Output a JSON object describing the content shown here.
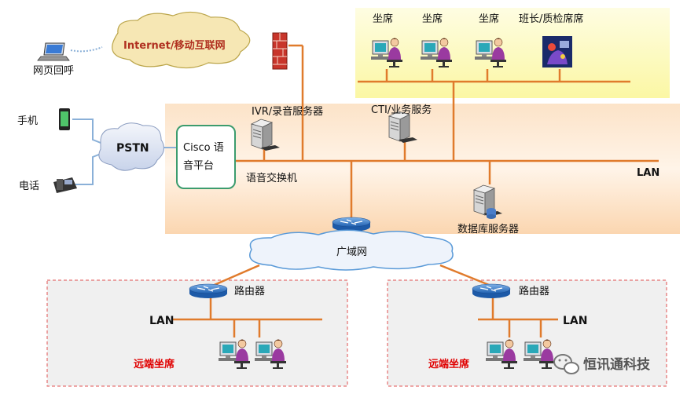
{
  "labels": {
    "internet": "Internet/移动互联网",
    "web_callback": "网页回呼",
    "mobile": "手机",
    "phone": "电话",
    "pstn": "PSTN",
    "cisco_line1": "Cisco 语",
    "cisco_line2": "音平台",
    "ivr": "IVR/录音服务器",
    "cti": "CTI/业务服务",
    "voice_switch": "语音交换机",
    "lan_main": "LAN",
    "db_server": "数据库服务器",
    "wan": "广域网",
    "router_left": "路由器",
    "router_right": "路由器",
    "lan_left": "LAN",
    "lan_right": "LAN",
    "remote_left": "远端坐席",
    "remote_right": "远端坐席",
    "seat1": "坐席",
    "seat2": "坐席",
    "seat3": "坐席",
    "supervisor": "班长/质检席席",
    "watermark": "恒讯通科技"
  },
  "colors": {
    "line": "#e07b2c",
    "seat_zone": "#fdfcc4",
    "center_zone": "#fcd9b7",
    "cisco_border": "#3c9c6e",
    "remote_border": "#e05050",
    "remote_label": "#e00000"
  }
}
